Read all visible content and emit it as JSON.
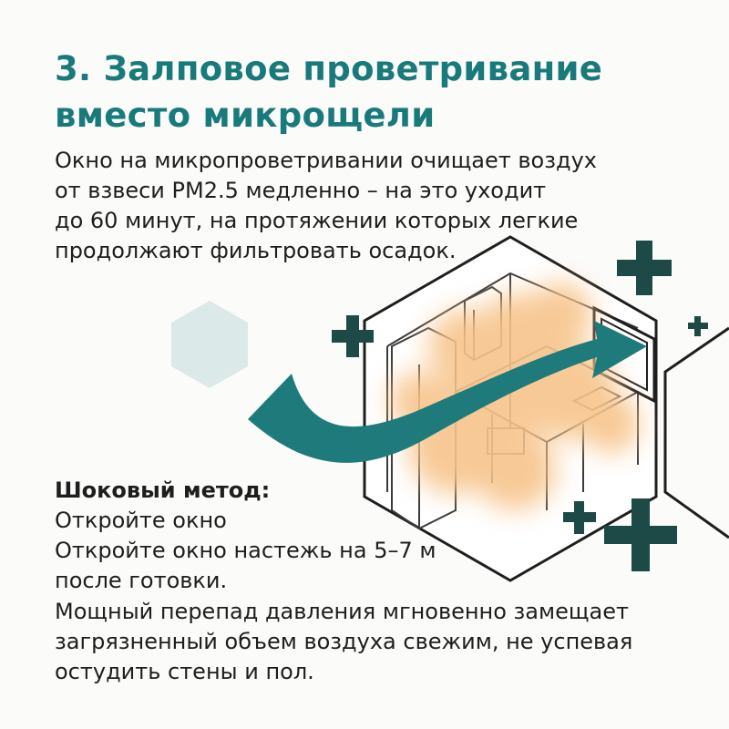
{
  "title": {
    "line1": "3. Залповое проветривание",
    "line2": "вместо микрощели"
  },
  "intro": {
    "lines": [
      "Окно на микропроветривании очищает воздух",
      "от взвеси PM2.5 медленно – на это уходит",
      "до 60 минут, на протяжении которых легкие",
      "продолжают фильтровать осадок."
    ]
  },
  "method": {
    "heading": "Шоковый метод:",
    "lines": [
      "Откройте окно",
      "Откройте окно настежь на 5–7 м",
      "после готовки."
    ]
  },
  "result": {
    "lines": [
      "Мощный перепад давления мгновенно замещает",
      "загрязненный объем воздуха свежим, не успевая",
      "остудить стены и пол."
    ]
  },
  "colors": {
    "accent": "#197a7c",
    "arrow": "#1f7a7c",
    "plus": "#1d4a47",
    "cloud": "#f7c48b",
    "hexagon": "#dbe9e9",
    "text": "#1e1e1e",
    "background": "#fbfbfa"
  },
  "icons": [
    "hexagon-shape",
    "plus-icon",
    "arrow-icon",
    "kitchen-illustration"
  ]
}
